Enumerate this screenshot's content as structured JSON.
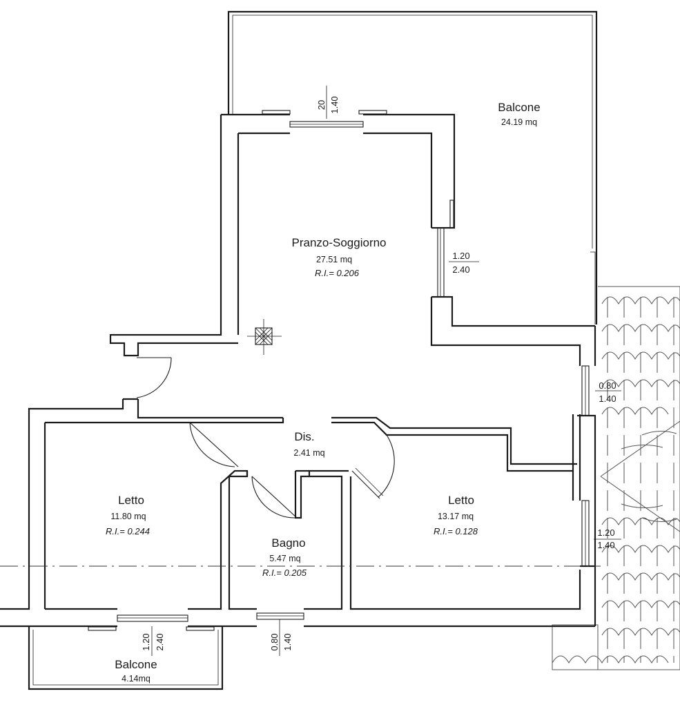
{
  "rooms": {
    "balcone_top": {
      "name": "Balcone",
      "area": "24.19 mq"
    },
    "pranzo": {
      "name": "Pranzo-Soggiorno",
      "area": "27.51 mq",
      "ri": "R.I.= 0.206"
    },
    "dis": {
      "name": "Dis.",
      "area": "2.41 mq"
    },
    "letto_left": {
      "name": "Letto",
      "area": "11.80 mq",
      "ri": "R.I.= 0.244"
    },
    "bagno": {
      "name": "Bagno",
      "area": "5.47 mq",
      "ri": "R.I.= 0.205"
    },
    "letto_right": {
      "name": "Letto",
      "area": "13.17 mq",
      "ri": "R.I.= 0.128"
    },
    "balcone_bottom": {
      "name": "Balcone",
      "area": "4.14mq"
    }
  },
  "openings": {
    "top_window": {
      "width": "20",
      "height": "1.40"
    },
    "east_window": {
      "width": "1.20",
      "height": "2.40"
    },
    "east_small_window": {
      "width": "0.80",
      "height": "1.40"
    },
    "east_bedroom_window": {
      "width": "1.20",
      "height": "1.40"
    },
    "bottom_left_window": {
      "width": "1.20",
      "height": "2.40"
    },
    "bathroom_window": {
      "width": "0.80",
      "height": "1.40"
    }
  }
}
